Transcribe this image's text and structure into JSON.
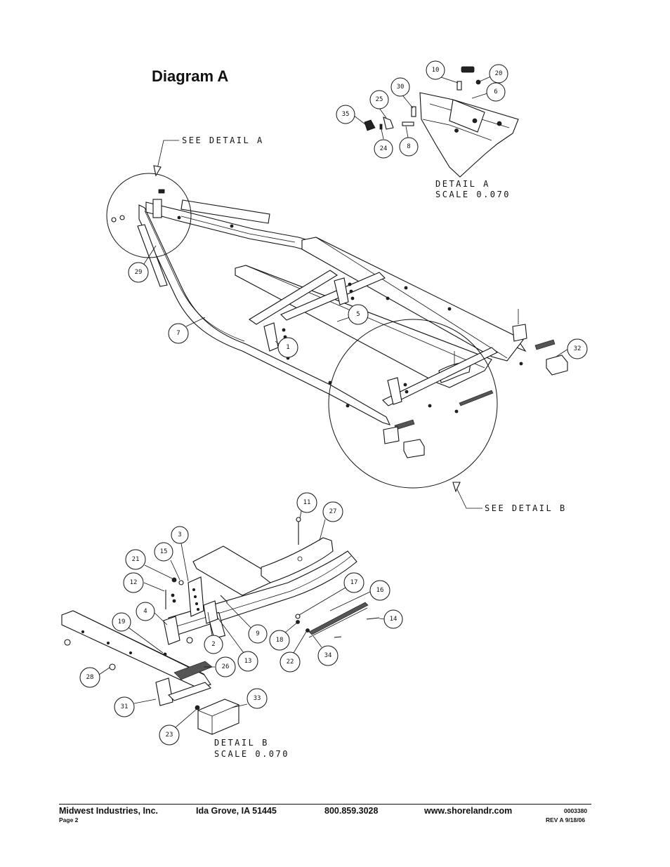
{
  "title": "Diagram A",
  "notes": {
    "see_detail_a": "SEE DETAIL  A",
    "detail_a": "DETAIL  A",
    "detail_a_scale": "SCALE  0.070",
    "see_detail_b": "SEE DETAIL  B",
    "detail_b": "DETAIL  B",
    "detail_b_scale": "SCALE  0.070"
  },
  "callouts": {
    "c10": "10",
    "c20": "20",
    "c30": "30",
    "c6": "6",
    "c25": "25",
    "c35": "35",
    "c24": "24",
    "c8": "8",
    "c29": "29",
    "c7": "7",
    "c5": "5",
    "c1": "1",
    "c32": "32",
    "c11": "11",
    "c27": "27",
    "c3": "3",
    "c21": "21",
    "c15": "15",
    "c12": "12",
    "c17": "17",
    "c16": "16",
    "c4": "4",
    "c9": "9",
    "c14": "14",
    "c19": "19",
    "c2": "2",
    "c18": "18",
    "c13": "13",
    "c22": "22",
    "c34": "34",
    "c26": "26",
    "c28": "28",
    "c31": "31",
    "c33": "33",
    "c23": "23"
  },
  "footer": {
    "company": "Midwest Industries, Inc.",
    "location": "Ida Grove, IA  51445",
    "phone": "800.859.3028",
    "website": "www.shorelandr.com",
    "doc_number": "0003380",
    "page": "Page 2",
    "revision": "REV A  9/18/06"
  }
}
